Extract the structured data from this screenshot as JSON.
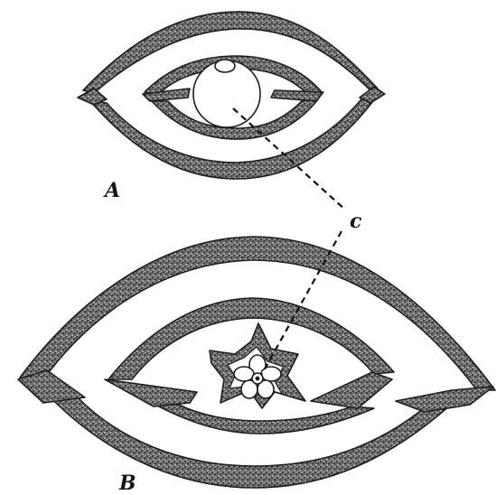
{
  "labels": {
    "figure_a": "A",
    "figure_b": "B",
    "callout": "c"
  },
  "colors": {
    "ink": "#1d1d1d",
    "stipple_dark": "#2a2a2a",
    "paper": "#ffffff"
  }
}
